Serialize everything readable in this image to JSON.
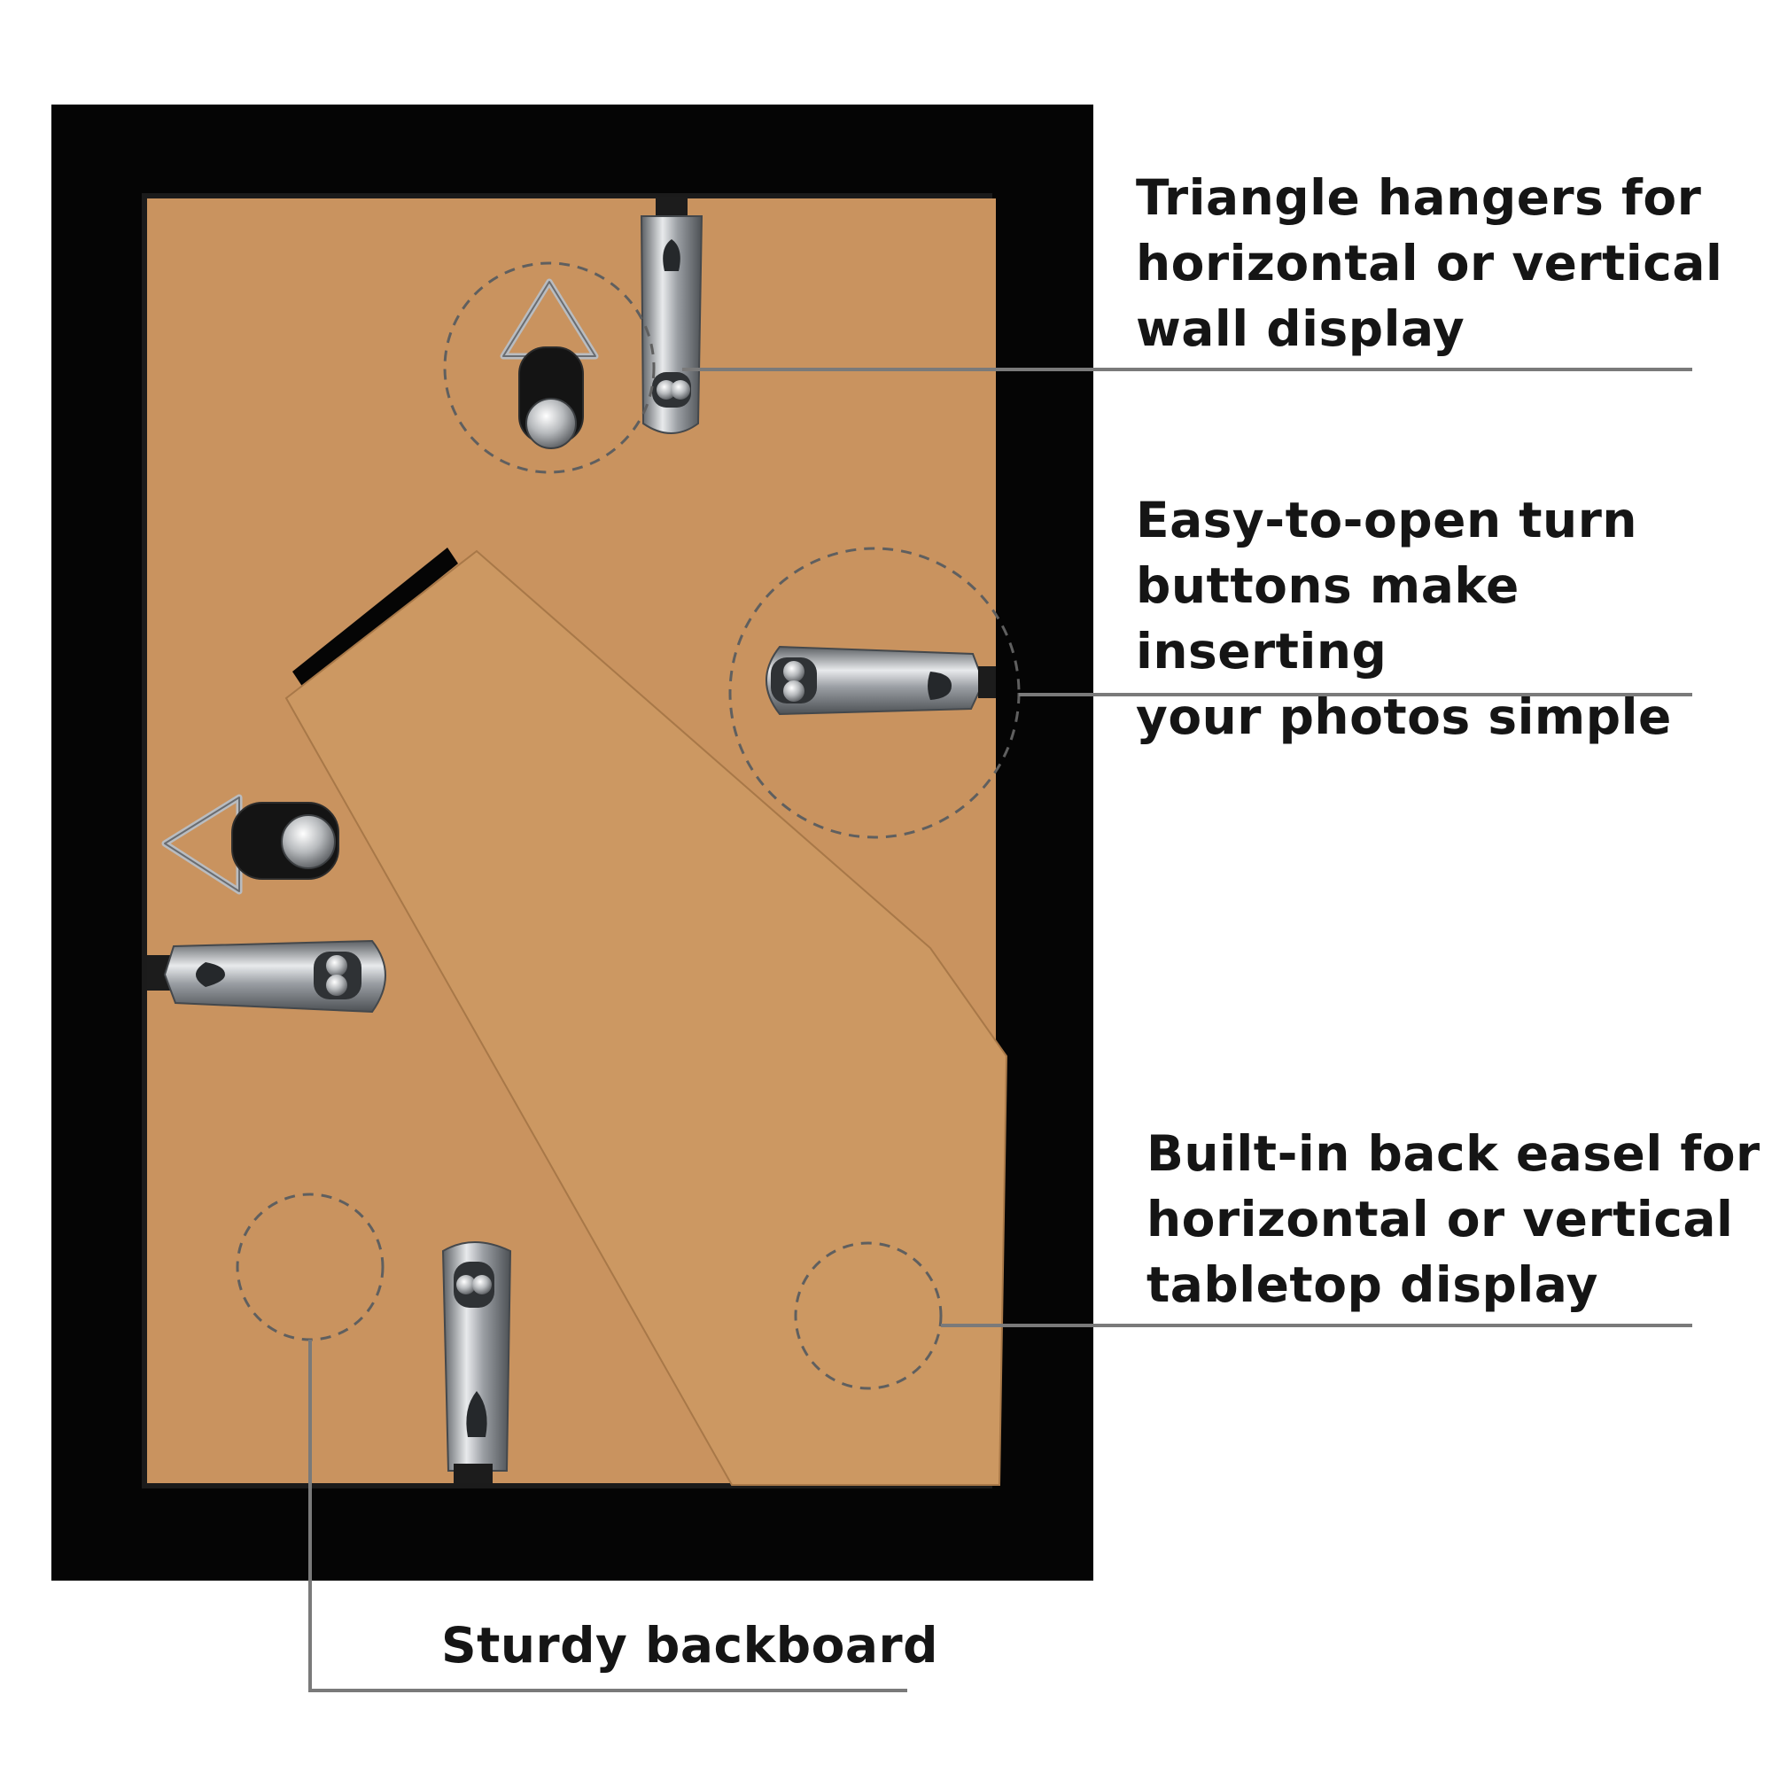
{
  "callouts": {
    "triangle_hangers": "Triangle hangers for\nhorizontal or vertical\nwall display",
    "turn_buttons": "Easy-to-open turn\nbuttons make inserting\nyour photos simple",
    "back_easel": "Built-in back easel for\nhorizontal or vertical\ntabletop display",
    "backboard": "Sturdy backboard"
  },
  "icons": {
    "triangle_hanger": "triangle-hanger-icon",
    "turn_button": "turn-button-clip-icon",
    "easel": "easel-stand-icon"
  },
  "colors": {
    "frame": "#050505",
    "backboard": "#c9935f",
    "easel": "#cc9862",
    "leader_line": "#7a7a7a",
    "dashed_circle": "#5f5f5f",
    "metal": "#a9acb0"
  }
}
